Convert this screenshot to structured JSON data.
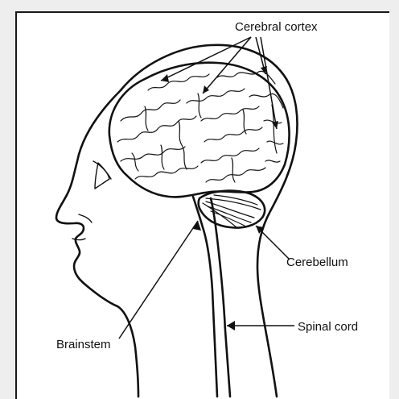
{
  "labels": {
    "cerebral_cortex": "Cerebral cortex",
    "cerebellum": "Cerebellum",
    "spinal_cord": "Spinal cord",
    "brainstem": "Brainstem"
  },
  "colors": {
    "background": "#eeeeee",
    "panel": "#ffffff",
    "ink": "#111111"
  }
}
